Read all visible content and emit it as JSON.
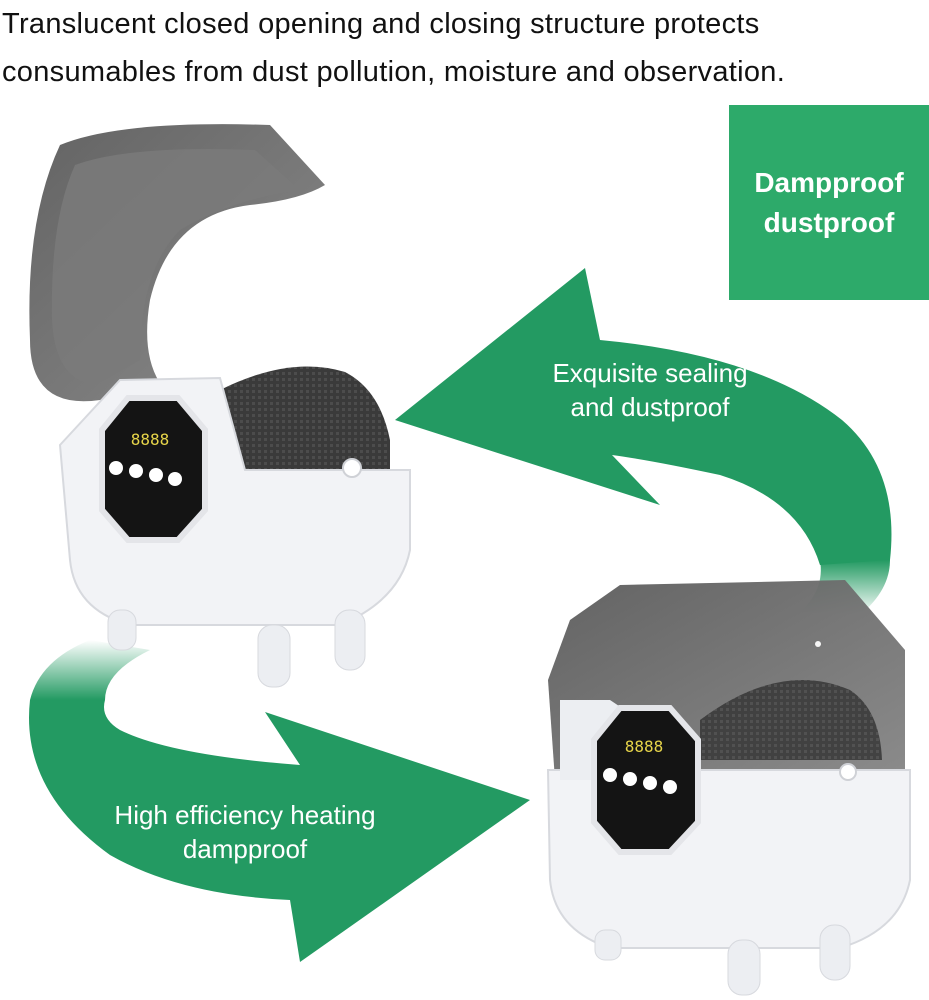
{
  "caption": {
    "line1": "Translucent closed opening and closing structure protects",
    "line2": "consumables from dust pollution, moisture and observation."
  },
  "badge": {
    "line1": "Dampproof",
    "line2": "dustproof",
    "color": "#2daa6a"
  },
  "arrow_top": {
    "line1": "Exquisite sealing",
    "line2": "and dustproof",
    "color": "#239a62"
  },
  "arrow_bottom": {
    "line1": "High efficiency heating",
    "line2": "dampproof",
    "color": "#239a62"
  },
  "device_open": {
    "display": "8888",
    "button_count": 4,
    "lid_color": "#6b6b6b",
    "body_color": "#f2f3f6"
  },
  "device_closed": {
    "display": "8888",
    "button_count": 4,
    "lid_color": "#6d6d6d",
    "body_color": "#f2f3f6"
  }
}
